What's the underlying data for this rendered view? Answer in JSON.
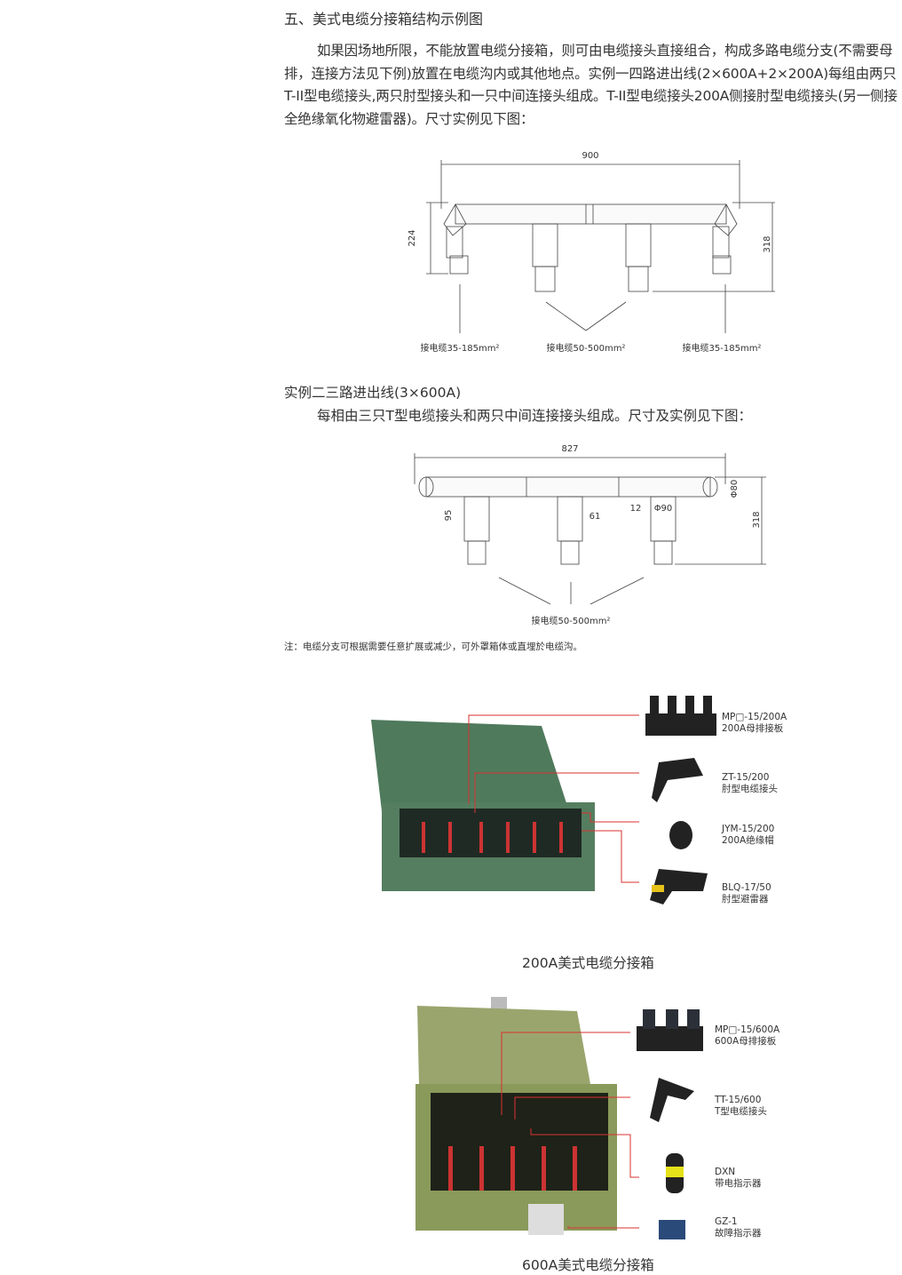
{
  "section": {
    "title": "五、美式电缆分接箱结构示例图",
    "paragraph": "如果因场地所限，不能放置电缆分接箱，则可由电缆接头直接组合，构成多路电缆分支(不需要母排，连接方法见下例)放置在电缆沟内或其他地点。实例一四路进出线(2×600A+2×200A)每组由两只T-II型电缆接头,两只肘型接头和一只中间连接头组成。T-II型电缆接头200A侧接肘型电缆接头(另一侧接全绝缘氧化物避雷器)。尺寸实例见下图："
  },
  "diagram1": {
    "width": "900",
    "left_height": "224",
    "right_height": "318",
    "label_left": "接电缆35-185mm²",
    "label_mid": "接电缆50-500mm²",
    "label_right": "接电缆35-185mm²"
  },
  "example2": {
    "title": "实例二三路进出线(3×600A)",
    "text": "每相由三只T型电缆接头和两只中间连接接头组成。尺寸及实例见下图："
  },
  "diagram2": {
    "width": "827",
    "d80": "Φ80",
    "d90": "Φ90",
    "h95": "95",
    "h318": "318",
    "w61": "61",
    "w12": "12",
    "label": "接电缆50-500mm²"
  },
  "note": "注：电缆分支可根据需要任意扩展或减少，可外罩箱体或直埋於电缆沟。",
  "cabinet200": {
    "caption": "200A美式电缆分接箱",
    "parts": [
      {
        "model": "MP□-15/200A",
        "name": "200A母排接板"
      },
      {
        "model": "ZT-15/200",
        "name": "肘型电缆接头"
      },
      {
        "model": "JYM-15/200",
        "name": "200A绝缘帽"
      },
      {
        "model": "BLQ-17/50",
        "name": "肘型避雷器"
      }
    ]
  },
  "cabinet600": {
    "caption": "600A美式电缆分接箱",
    "parts": [
      {
        "model": "MP□-15/600A",
        "name": "600A母排接板"
      },
      {
        "model": "TT-15/600",
        "name": "T型电缆接头"
      },
      {
        "model": "DXN",
        "name": "带电指示器"
      },
      {
        "model": "GZ-1",
        "name": "故障指示器"
      }
    ]
  },
  "colors": {
    "leader": "#d9312f",
    "cabinet200": "#4f7a5c",
    "cabinet600": "#8a9a5b"
  }
}
